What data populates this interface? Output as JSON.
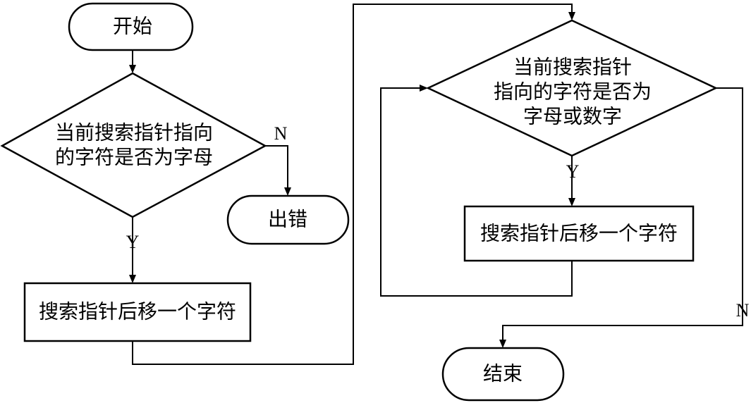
{
  "nodes": {
    "start": "开始",
    "check_letter_line1": "当前搜索指针指向",
    "check_letter_line2": "的字符是否为字母",
    "error": "出错",
    "advance_1": "搜索指针后移一个字符",
    "check_alnum_line1": "当前搜索指针",
    "check_alnum_line2": "指向的字符是否为",
    "check_alnum_line3": "字母或数字",
    "advance_2": "搜索指针后移一个字符",
    "end": "结束"
  },
  "edge_labels": {
    "no_1": "N",
    "yes_1": "Y",
    "yes_2": "Y",
    "no_2": "N"
  }
}
